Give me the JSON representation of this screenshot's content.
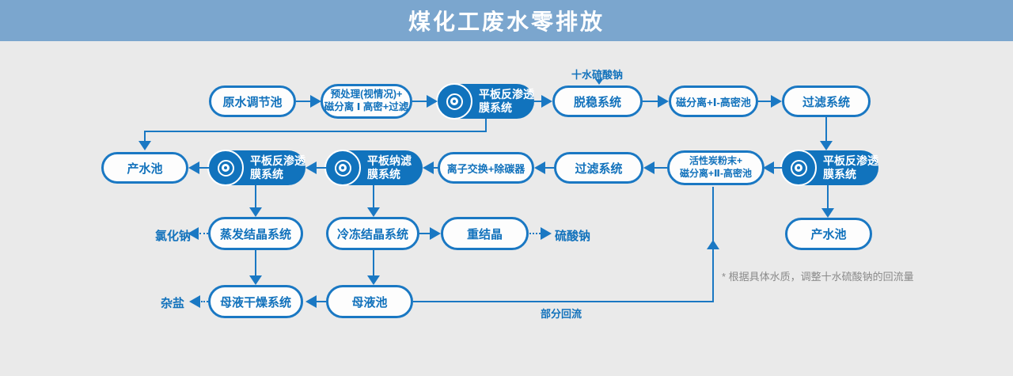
{
  "header": {
    "title": "煤化工废水零排放"
  },
  "colors": {
    "header_bg": "#7ba6ce",
    "node_blue": "#1173bd",
    "line_blue": "#1a78c3",
    "text_blue": "#1272bc",
    "page_bg": "#eaeaea",
    "note_gray": "#8a8a8a"
  },
  "nodes": {
    "raw_water": "原水调节池",
    "pretreat": "预处理(视情况)+\n磁分离 Ⅰ 高密+过滤",
    "flat_ro": "平板反渗透\n膜系统",
    "destab": "脱稳系统",
    "magsep1": "磁分离+Ⅰ-高密池",
    "filter": "过滤系统",
    "product_pool": "产水池",
    "flat_nf": "平板纳滤\n膜系统",
    "ion_exchange": "离子交换+除碳器",
    "carbon": "活性炭粉末+\n磁分离+Ⅱ-高密池",
    "evap": "蒸发结晶系统",
    "freeze": "冷冻结晶系统",
    "recryst": "重结晶",
    "mother_dry": "母液干燥系统",
    "mother_pool": "母液池"
  },
  "labels": {
    "sodium_sulfate_decahydrate": "十水硫酸钠",
    "sodium_chloride": "氯化钠",
    "sodium_sulfate": "硫酸钠",
    "mixed_salt": "杂盐",
    "partial_reflux": "部分回流",
    "note": "* 根据具体水质，调整十水硫酸钠的回流量"
  }
}
